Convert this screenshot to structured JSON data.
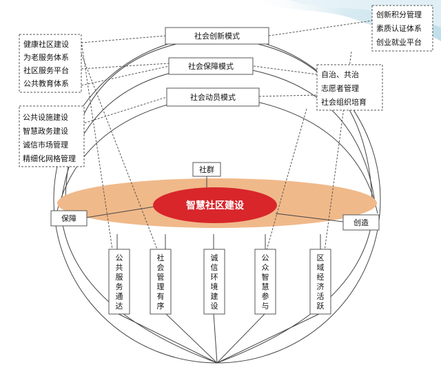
{
  "colors": {
    "ellipse_fill": "#f0b98a",
    "core_fill": "#d8262b",
    "core_text": "#ffffff",
    "wave_top": "#cfe6ef"
  },
  "center": {
    "label": "智慧社区建设"
  },
  "ring": {
    "top": "社群",
    "left": "保障",
    "right": "创造"
  },
  "modes": [
    "社会创新模式",
    "社会保障模式",
    "社会动员模式"
  ],
  "left_group_1": [
    "健康社区建设",
    "为老服务体系",
    "社区服务平台",
    "公共教育体系"
  ],
  "left_group_2": [
    "公共设施建设",
    "智慧政务建设",
    "诚信市场管理",
    "精细化网格管理"
  ],
  "right_group_1": [
    "创新积分管理",
    "素质认证体系",
    "创业就业平台"
  ],
  "right_group_2": [
    "自治、共治",
    "志愿者管理",
    "社会组织培育"
  ],
  "pillars": [
    "公共服务通达",
    "社会管理有序",
    "诚信环境建设",
    "公众智慧参与",
    "区域经济活跃"
  ]
}
